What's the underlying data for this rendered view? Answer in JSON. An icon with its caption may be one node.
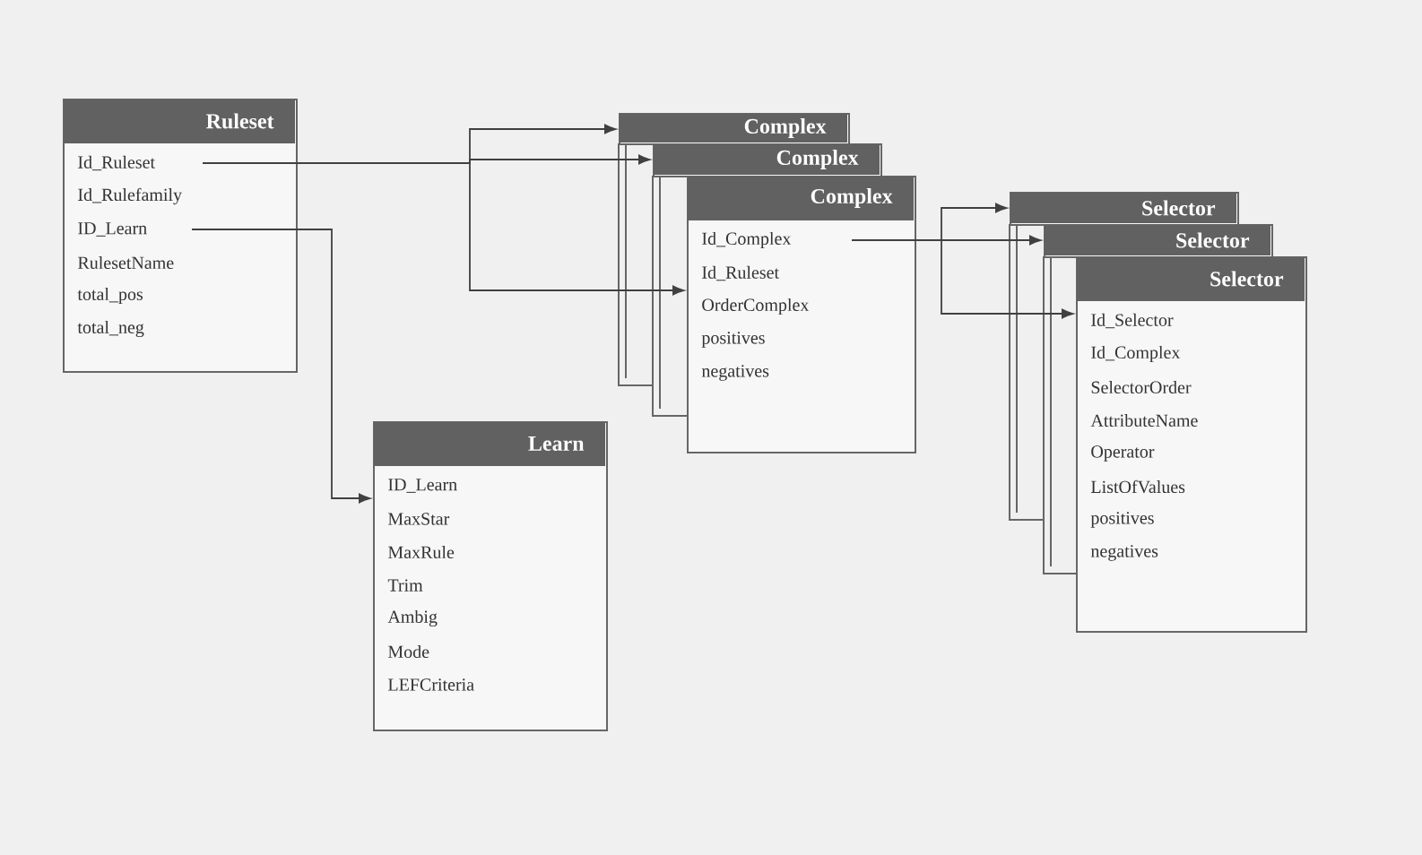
{
  "diagram": {
    "nodes": [
      {
        "text": [
          "Ruleset",
          "Id_Ruleset",
          "Id_Rulefamily",
          "ID_Learn",
          "RulesetName",
          "total_pos",
          "total_neg"
        ]
      },
      {
        "text": [
          "Learn",
          "ID_Learn",
          "MaxStar",
          "MaxRule",
          "Trim",
          "Ambig",
          "Mode",
          "LEFCriteria"
        ]
      },
      {
        "text": [
          "Complex"
        ]
      },
      {
        "text": [
          "Complex"
        ]
      },
      {
        "text": [
          "Complex",
          "Id_Complex",
          "Id_Ruleset",
          "OrderComplex",
          "positives",
          "negatives"
        ]
      },
      {
        "text": [
          "Selector"
        ]
      },
      {
        "text": [
          "Selector"
        ]
      },
      {
        "text": [
          "Selector",
          "Id_Selector",
          "Id_Complex",
          "SelectorOrder",
          "AttributeName",
          "Operator",
          "ListOfValues",
          "positives",
          "negatives"
        ]
      }
    ],
    "edges": [
      {
        "from": 0,
        "to": 1,
        "arrow": "to"
      },
      {
        "from": 0,
        "to": 2,
        "arrow": "to"
      },
      {
        "from": 0,
        "to": 3,
        "arrow": "to"
      },
      {
        "from": 0,
        "to": 4,
        "arrow": "to"
      },
      {
        "from": 4,
        "to": 5,
        "arrow": "to"
      },
      {
        "from": 4,
        "to": 6,
        "arrow": "to"
      },
      {
        "from": 4,
        "to": 7,
        "arrow": "to"
      }
    ]
  }
}
